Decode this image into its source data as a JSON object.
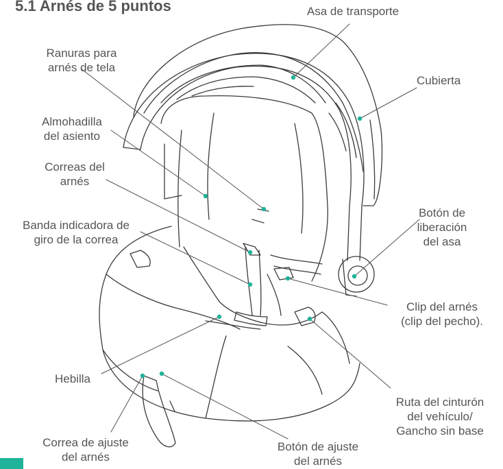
{
  "title": "5.1 Arnés de 5 puntos",
  "accent_color": "#1fb39a",
  "labels": {
    "carry_handle": "Asa de transporte",
    "slots_1": "Ranuras para",
    "slots_2": "arnés de tela",
    "canopy": "Cubierta",
    "pad_1": "Almohadilla",
    "pad_2": "del asiento",
    "straps_1": "Correas del",
    "straps_2": "arnés",
    "band_1": "Banda indicadora de",
    "band_2": "giro de la correa",
    "release_1": "Botón de",
    "release_2": "liberación",
    "release_3": "del asa",
    "clip_1": "Clip del arnés",
    "clip_2": "(clip del pecho).",
    "buckle": "Hebilla",
    "belt_1": "Ruta del cinturón",
    "belt_2": "del vehículo/",
    "belt_3": "Gancho sin base",
    "adjust_strap_1": "Correa de ajuste",
    "adjust_strap_2": "del arnés",
    "adjust_btn_1": "Botón de ajuste",
    "adjust_btn_2": "del arnés"
  }
}
